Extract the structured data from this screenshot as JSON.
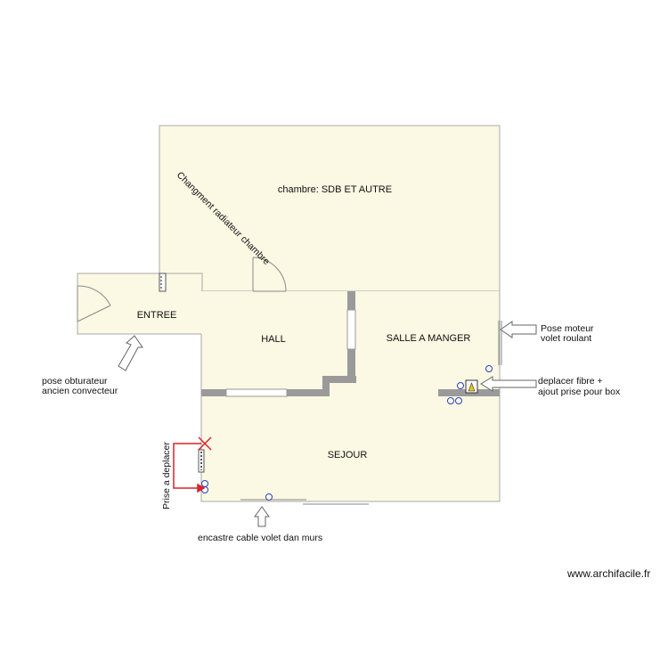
{
  "rooms": {
    "chambre": "chambre: SDB ET AUTRE",
    "entree": "ENTREE",
    "hall": "HALL",
    "salle_a_manger": "SALLE A MANGER",
    "sejour": "SEJOUR"
  },
  "annotations": {
    "radiateur": "Changment radiateur chambre",
    "obturateur_line1": "pose obturateur",
    "obturateur_line2": "ancien convecteur",
    "moteur_line1": "Pose moteur",
    "moteur_line2": "volet roulant",
    "fibre_line1": "deplacer fibre +",
    "fibre_line2": "ajout prise pour box",
    "prise": "Prise a deplacer",
    "cable": "encastre cable volet dan murs"
  },
  "watermark": "www.archifacile.fr",
  "colors": {
    "floor": "#fbf8e3",
    "wall_outline": "#aaaaaa",
    "wall_fill": "#9a9a9a",
    "marker_red": "#d9242b",
    "socket_blue": "#2b3fb0"
  }
}
